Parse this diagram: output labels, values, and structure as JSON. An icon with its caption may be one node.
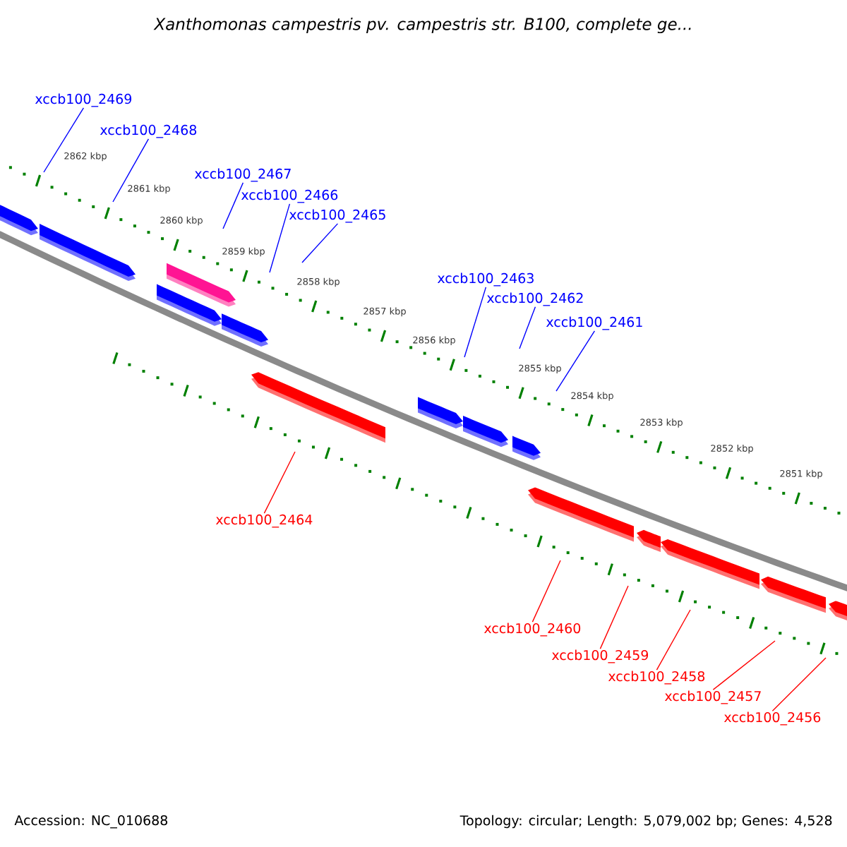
{
  "diagram": {
    "title": "Xanthomonas campestris pv. campestris str. B100, complete ge...",
    "nodes": [
      {
        "text": [
          "xccb100_2469"
        ]
      },
      {
        "text": [
          "xccb100_2468"
        ]
      },
      {
        "text": [
          "xccb100_2467"
        ]
      },
      {
        "text": [
          "xccb100_2466"
        ]
      },
      {
        "text": [
          "xccb100_2465"
        ]
      },
      {
        "text": [
          "xccb100_2463"
        ]
      },
      {
        "text": [
          "xccb100_2462"
        ]
      },
      {
        "text": [
          "xccb100_2461"
        ]
      },
      {
        "text": [
          "xccb100_2464"
        ]
      },
      {
        "text": [
          "xccb100_2460"
        ]
      },
      {
        "text": [
          "xccb100_2459"
        ]
      },
      {
        "text": [
          "xccb100_2458"
        ]
      },
      {
        "text": [
          "xccb100_2457"
        ]
      },
      {
        "text": [
          "xccb100_2456"
        ]
      }
    ],
    "edges": [
      {
        "from": 0,
        "to": null,
        "arrow": "none"
      },
      {
        "from": 1,
        "to": null,
        "arrow": "none"
      },
      {
        "from": 2,
        "to": null,
        "arrow": "none"
      },
      {
        "from": 3,
        "to": null,
        "arrow": "none"
      },
      {
        "from": 4,
        "to": null,
        "arrow": "none"
      },
      {
        "from": 5,
        "to": null,
        "arrow": "none"
      },
      {
        "from": 6,
        "to": null,
        "arrow": "none"
      },
      {
        "from": 7,
        "to": null,
        "arrow": "none"
      },
      {
        "from": 8,
        "to": null,
        "arrow": "none",
        "color": "#ff0000"
      },
      {
        "from": 9,
        "to": null,
        "arrow": "none",
        "color": "#ff0000"
      },
      {
        "from": 10,
        "to": null,
        "arrow": "none",
        "color": "#ff0000"
      },
      {
        "from": 11,
        "to": null,
        "arrow": "none",
        "color": "#ff0000"
      },
      {
        "from": 12,
        "to": null,
        "arrow": "none",
        "color": "#ff0000"
      },
      {
        "from": 13,
        "to": null,
        "arrow": "none",
        "color": "#ff0000"
      }
    ],
    "labels": [
      "2862 kbp",
      "2861 kbp",
      "2860 kbp",
      "2859 kbp",
      "2858 kbp",
      "2857 kbp",
      "2856 kbp",
      "2855 kbp",
      "2854 kbp",
      "2853 kbp",
      "2852 kbp",
      "2851 kbp",
      "Accession: NC_010688",
      "Topology: circular; Length: 5,079,002 bp; Genes: 4,528"
    ]
  }
}
